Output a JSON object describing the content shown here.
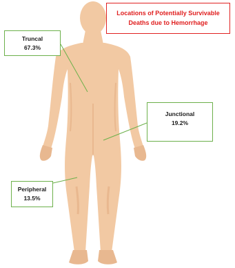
{
  "title": {
    "line1": "Locations of Potentially Survivable",
    "line2": "Deaths due to Hemorrhage"
  },
  "callouts": {
    "truncal": {
      "label": "Truncal",
      "value": "67.3%"
    },
    "junctional": {
      "label": "Junctional",
      "value": "19.2%"
    },
    "peripheral": {
      "label": "Peripheral",
      "value": "13.5%"
    }
  },
  "colors": {
    "skin": "#f2c9a3",
    "skin_shadow": "#e3ad82",
    "callout_border": "#6cb04a",
    "title_red": "#e02020"
  }
}
